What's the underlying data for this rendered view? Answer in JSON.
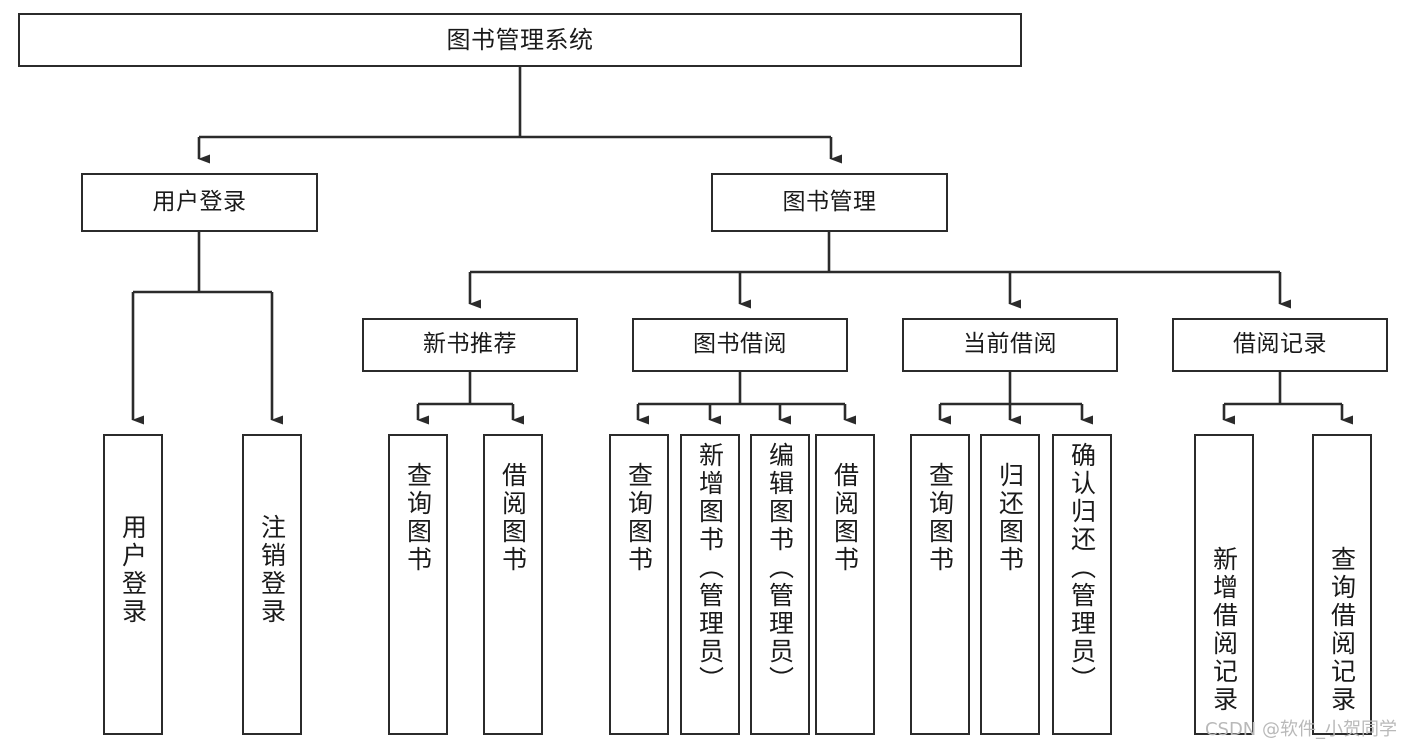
{
  "diagram": {
    "type": "tree-hierarchy",
    "title": "图书管理系统",
    "root": {
      "id": "root",
      "label": "图书管理系统"
    },
    "level1": [
      {
        "id": "user-login",
        "label": "用户登录"
      },
      {
        "id": "book-manage",
        "label": "图书管理"
      }
    ],
    "level2": [
      {
        "id": "new-book-rec",
        "label": "新书推荐",
        "parent": "book-manage"
      },
      {
        "id": "book-borrow",
        "label": "图书借阅",
        "parent": "book-manage"
      },
      {
        "id": "current-borrow",
        "label": "当前借阅",
        "parent": "book-manage"
      },
      {
        "id": "borrow-record",
        "label": "借阅记录",
        "parent": "book-manage"
      }
    ],
    "leaves": [
      {
        "id": "leaf-user-login",
        "label": "用户登录",
        "parent": "user-login"
      },
      {
        "id": "leaf-logout",
        "label": "注销登录",
        "parent": "user-login"
      },
      {
        "id": "leaf-query-book-1",
        "label": "查询图书",
        "parent": "new-book-rec"
      },
      {
        "id": "leaf-borrow-book-1",
        "label": "借阅图书",
        "parent": "new-book-rec"
      },
      {
        "id": "leaf-query-book-2",
        "label": "查询图书",
        "parent": "book-borrow"
      },
      {
        "id": "leaf-add-book",
        "label": "新增图书（管理员）",
        "parent": "book-borrow"
      },
      {
        "id": "leaf-edit-book",
        "label": "编辑图书（管理员）",
        "parent": "book-borrow"
      },
      {
        "id": "leaf-borrow-book-2",
        "label": "借阅图书",
        "parent": "book-borrow"
      },
      {
        "id": "leaf-query-book-3",
        "label": "查询图书",
        "parent": "current-borrow"
      },
      {
        "id": "leaf-return-book",
        "label": "归还图书",
        "parent": "current-borrow"
      },
      {
        "id": "leaf-confirm-return",
        "label": "确认归还（管理员）",
        "parent": "current-borrow"
      },
      {
        "id": "leaf-add-record",
        "label": "新增借阅记录",
        "parent": "borrow-record"
      },
      {
        "id": "leaf-query-record",
        "label": "查询借阅记录",
        "parent": "borrow-record"
      }
    ]
  },
  "watermark": {
    "text": "CSDN @软件_小贺同学"
  },
  "colors": {
    "background": "#ffffff",
    "node_border": "#2b2b2b",
    "node_fill": "#ffffff",
    "edge": "#2b2b2b",
    "text": "#1a1a1a",
    "watermark": "#b9b9b9"
  }
}
